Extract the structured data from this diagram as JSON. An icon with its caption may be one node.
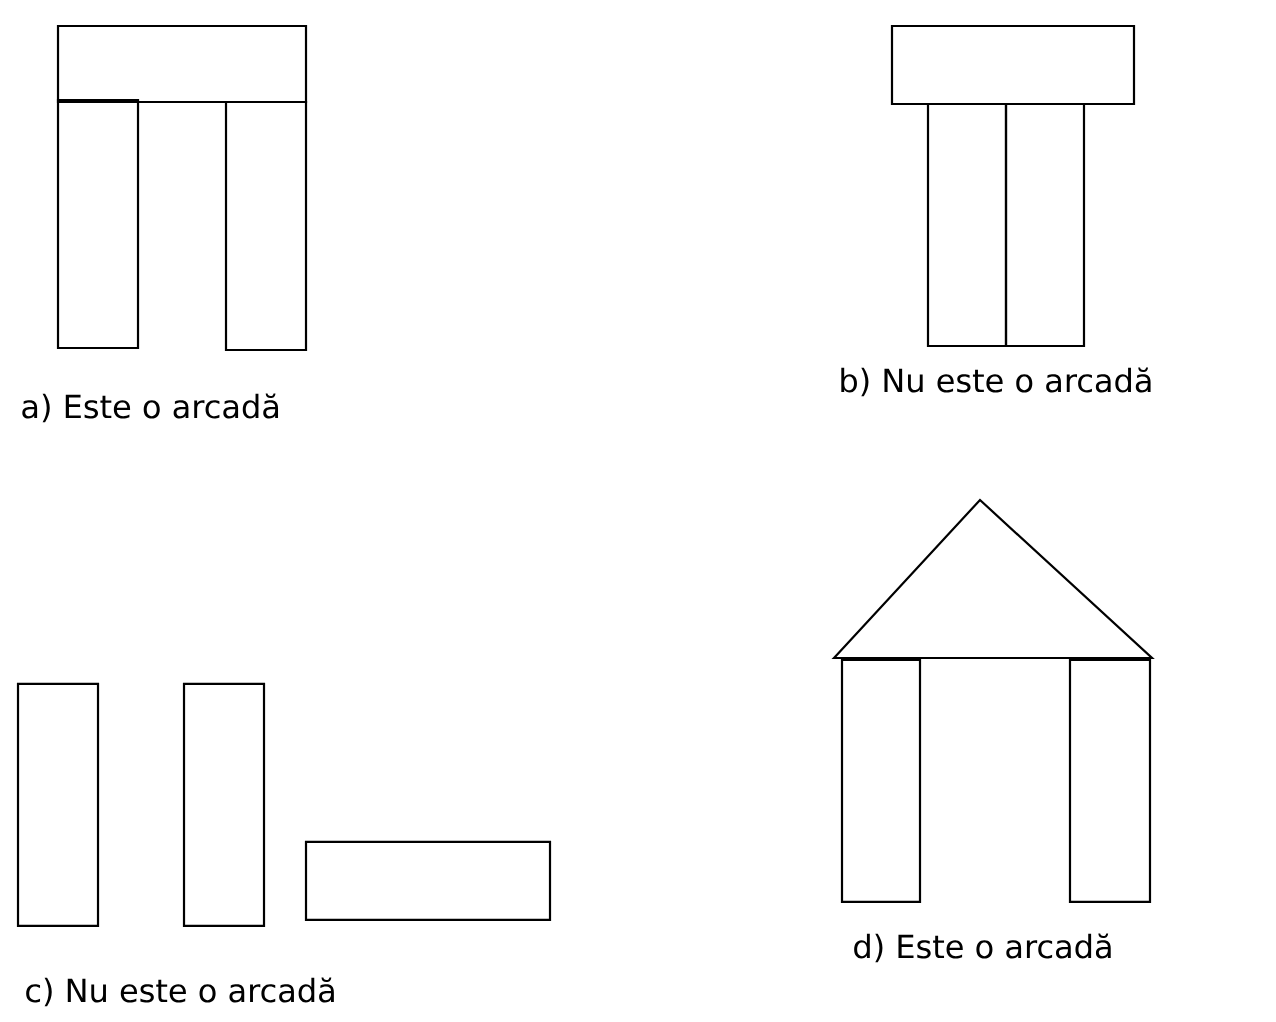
{
  "diagram": {
    "labels": [
      "a) Este o arcadă",
      "b) Nu este o arcadă",
      "c) Nu este o arcadă",
      "d) Este o arcadă"
    ]
  }
}
